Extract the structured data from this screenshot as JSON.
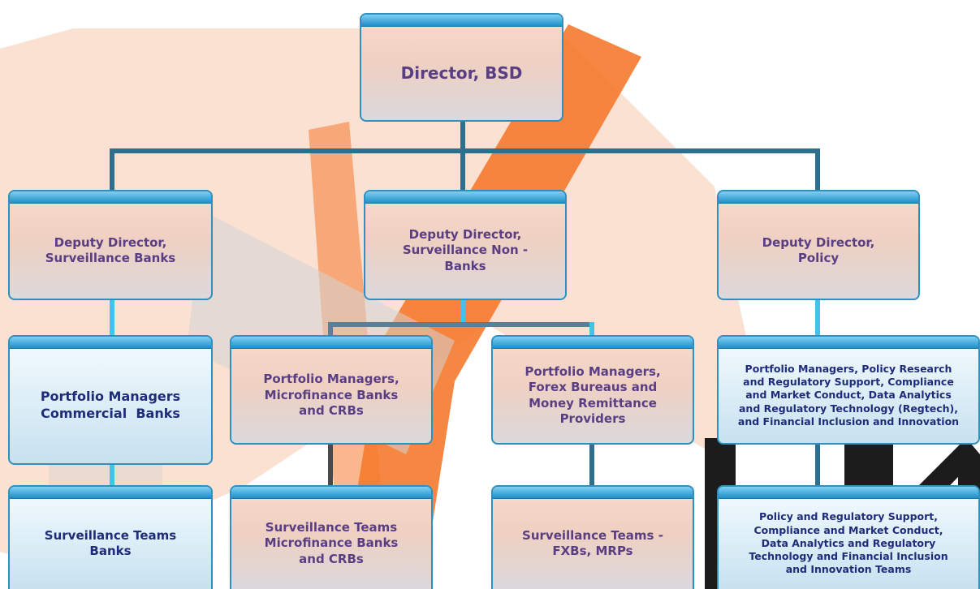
{
  "nodes": {
    "director": "Director, BSD",
    "dd_banks": "Deputy Director,\nSurveillance Banks",
    "dd_nonbanks": "Deputy Director,\nSurveillance Non -\nBanks",
    "dd_policy": "Deputy Director,\nPolicy",
    "pm_commercial": "Portfolio Managers\nCommercial  Banks",
    "pm_microfinance": "Portfolio Managers,\nMicrofinance Banks\nand CRBs",
    "pm_forex": "Portfolio Managers,\nForex Bureaus and\nMoney Remittance\nProviders",
    "pm_policy": "Portfolio Managers, Policy Research\nand Regulatory Support, Compliance\nand Market Conduct, Data Analytics\nand Regulatory Technology (Regtech),\nand Financial Inclusion and Innovation",
    "st_banks": "Surveillance Teams\nBanks",
    "st_microfinance": "Surveillance Teams\nMicrofinance Banks\nand CRBs",
    "st_fxb": "Surveillance Teams -\nFXBs, MRPs",
    "st_policy": "Policy and Regulatory Support,\nCompliance and Market Conduct,\nData Analytics and Regulatory\nTechnology and Financial Inclusion\nand Innovation Teams"
  },
  "colors": {
    "connector": "#2a7a9a",
    "box_border": "#2f8fbe",
    "peach_text": "#5a3e84",
    "blue_text": "#283e86",
    "watermark_orange": "#f26522",
    "watermark_gray": "#1a1a1a"
  }
}
